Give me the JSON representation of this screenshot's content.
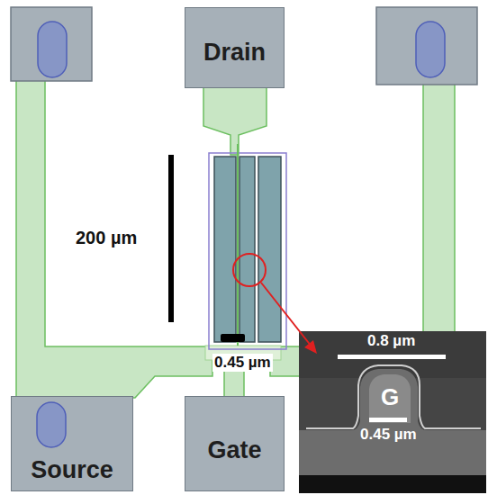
{
  "diagram": {
    "nodes": [
      {
        "text": [
          "Drain"
        ]
      },
      {
        "text": [
          "Source"
        ]
      },
      {
        "text": [
          "Gate"
        ]
      }
    ],
    "labels": [
      "200 µm",
      "0.45 µm",
      "0.8 µm",
      "G",
      "0.45 µm"
    ]
  }
}
